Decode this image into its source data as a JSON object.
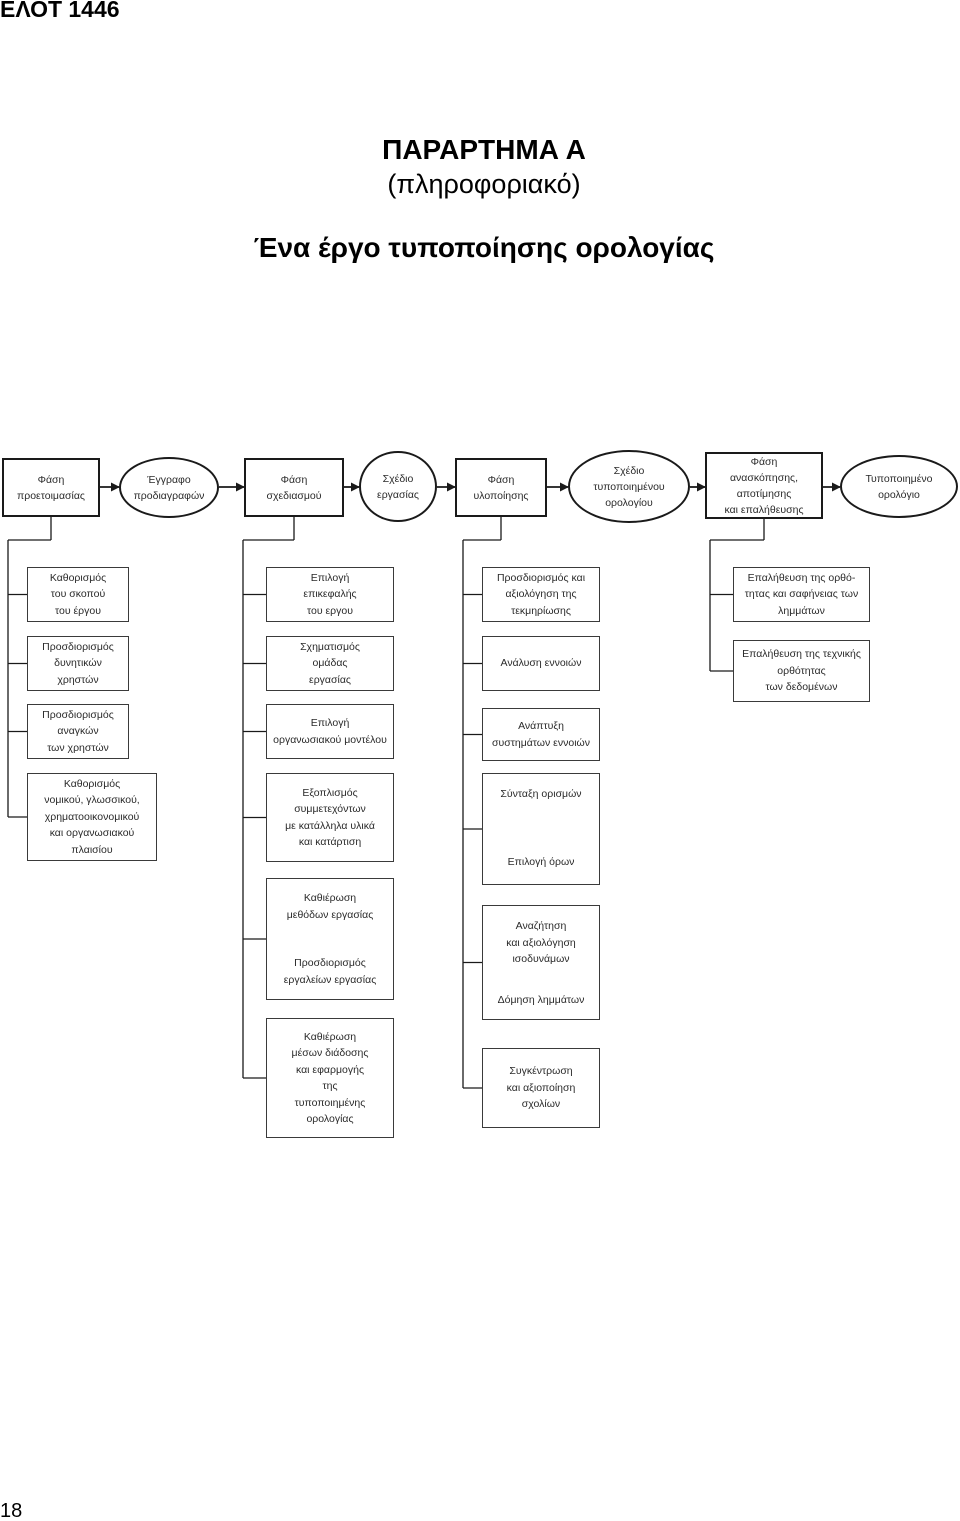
{
  "header": {
    "standard_code": "ΕΛΟΤ 1446"
  },
  "title": {
    "annex": "ΠΑΡΑΡΤΗΜΑ Α",
    "annex_status": "(πληροφοριακό)",
    "heading": "Ένα έργο τυποποίησης ορολογίας"
  },
  "flow": {
    "preparation_phase": [
      "Φάση",
      "προετοιμασίας"
    ],
    "specification_document": [
      "Έγγραφο",
      "προδιαγραφών"
    ],
    "design_phase": [
      "Φάση",
      "σχεδιασμού"
    ],
    "work_plan": [
      "Σχέδιο",
      "εργασίας"
    ],
    "implementation_phase": [
      "Φάση",
      "υλοποίησης"
    ],
    "draft_vocabulary": [
      "Σχέδιο",
      "τυποποιημένου",
      "ορολογίου"
    ],
    "review_phase": [
      "Φάση",
      "ανασκόπησης,",
      "αποτίμησης",
      "και επαλήθευσης"
    ],
    "standardized_vocabulary": [
      "Τυποποιημένο",
      "ορολόγιο"
    ]
  },
  "preparation_tasks": [
    [
      "Καθορισμός",
      "του σκοπού",
      "του έργου"
    ],
    [
      "Προσδιορισμός",
      "δυνητικών",
      "χρηστών"
    ],
    [
      "Προσδιορισμός",
      "αναγκών",
      "των χρηστών"
    ],
    [
      "Καθορισμός",
      "νομικού, γλωσσικού,",
      "χρηματοοικονομικού",
      "και οργανωσιακού",
      "πλαισίου"
    ]
  ],
  "design_tasks": [
    [
      "Επιλογή",
      "επικεφαλής",
      "του εργου"
    ],
    [
      "Σχηματισμός",
      "ομάδας",
      "εργασίας"
    ],
    [
      "Επιλογή",
      "οργανωσιακού μοντέλου"
    ],
    [
      "Εξοπλισμός",
      "συμμετεχόντων",
      "με κατάλληλα υλικά",
      "και κατάρτιση"
    ],
    [
      "Καθιέρωση",
      "μεθόδων εργασίας"
    ],
    [
      "Προσδιορισμός",
      "εργαλείων εργασίας"
    ],
    [
      "Καθιέρωση",
      "μέσων διάδοσης",
      "και εφαρμογής",
      "της",
      "τυποποιημένης",
      "ορολογίας"
    ]
  ],
  "implementation_tasks": [
    [
      "Προσδιορισμός και",
      "αξιολόγηση της",
      "τεκμηρίωσης"
    ],
    [
      "Ανάλυση εννοιών"
    ],
    [
      "Ανάπτυξη",
      "συστημάτων εννοιών"
    ],
    [
      "Σύνταξη ορισμών"
    ],
    [
      "Επιλογή όρων"
    ],
    [
      "Αναζήτηση",
      "και αξιολόγηση",
      "ισοδυνάμων"
    ],
    [
      "Δόμηση λημμάτων"
    ],
    [
      "Συγκέντρωση",
      "και αξιοποίηση",
      "σχολίων"
    ]
  ],
  "review_tasks": [
    [
      "Επαλήθευση της ορθό-",
      "τητας και σαφήνειας των",
      "λημμάτων"
    ],
    [
      "Επαλήθευση της τεχνικής",
      "ορθότητας",
      "των δεδομένων"
    ]
  ],
  "footer": {
    "page_number": "18"
  }
}
